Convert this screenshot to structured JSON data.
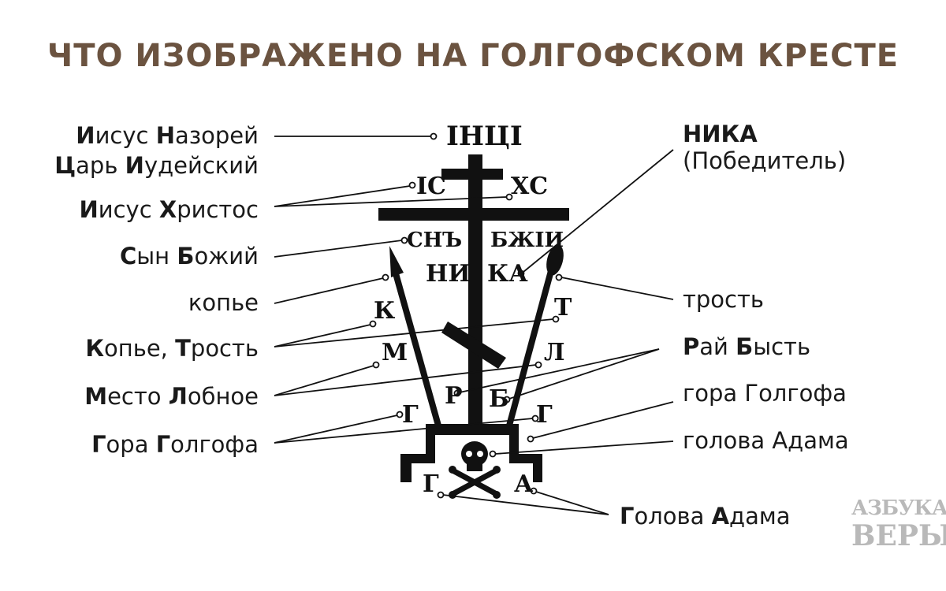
{
  "title": "ЧТО ИЗОБРАЖЕНО НА ГОЛГОФСКОМ КРЕСТЕ",
  "left_labels": {
    "inci_line1": {
      "b1": "И",
      "r1": "исус ",
      "b2": "Н",
      "r2": "азорей"
    },
    "inci_line2": {
      "b1": "Ц",
      "r1": "арь ",
      "b2": "И",
      "r2": "удейский"
    },
    "ic_xc": {
      "b1": "И",
      "r1": "исус ",
      "b2": "Х",
      "r2": "ристос"
    },
    "son": {
      "b1": "С",
      "r1": "ын ",
      "b2": "Б",
      "r2": "ожий"
    },
    "spear": "копье",
    "kt": {
      "b1": "К",
      "r1": "опье, ",
      "b2": "Т",
      "r2": "рость"
    },
    "ml": {
      "b1": "М",
      "r1": "есто ",
      "b2": "Л",
      "r2": "обное"
    },
    "gg": {
      "b1": "Г",
      "r1": "ора ",
      "b2": "Г",
      "r2": "олгофа"
    }
  },
  "right_labels": {
    "nika": "НИКА",
    "nika_sub": "(Победитель)",
    "reed": "трость",
    "rb": {
      "b1": "Р",
      "r1": "ай ",
      "b2": "Б",
      "r2": "ысть"
    },
    "golgotha": "гора Голгофа",
    "adam_head": "голова Адама",
    "ga": {
      "b1": "Г",
      "r1": "олова ",
      "b2": "А",
      "r2": "дама"
    }
  },
  "cross_letters": {
    "inci": "ІНЦІ",
    "ic": "ІС",
    "xc": "ХС",
    "sn": "СНЪ",
    "bzhii": "БЖІИ",
    "ni": "НИ",
    "ka": "КА",
    "k": "К",
    "t": "Т",
    "m": "М",
    "l": "Л",
    "r": "Р",
    "b": "Б",
    "g_left": "Г",
    "g_right": "Г",
    "g_bottom": "Г",
    "a_bottom": "А"
  },
  "logo": {
    "line1": "АЗБУКА",
    "line2": "ВЕРЫ"
  },
  "colors": {
    "title": "#6b5340",
    "ink": "#111111",
    "logo": "#b9b9b9"
  }
}
